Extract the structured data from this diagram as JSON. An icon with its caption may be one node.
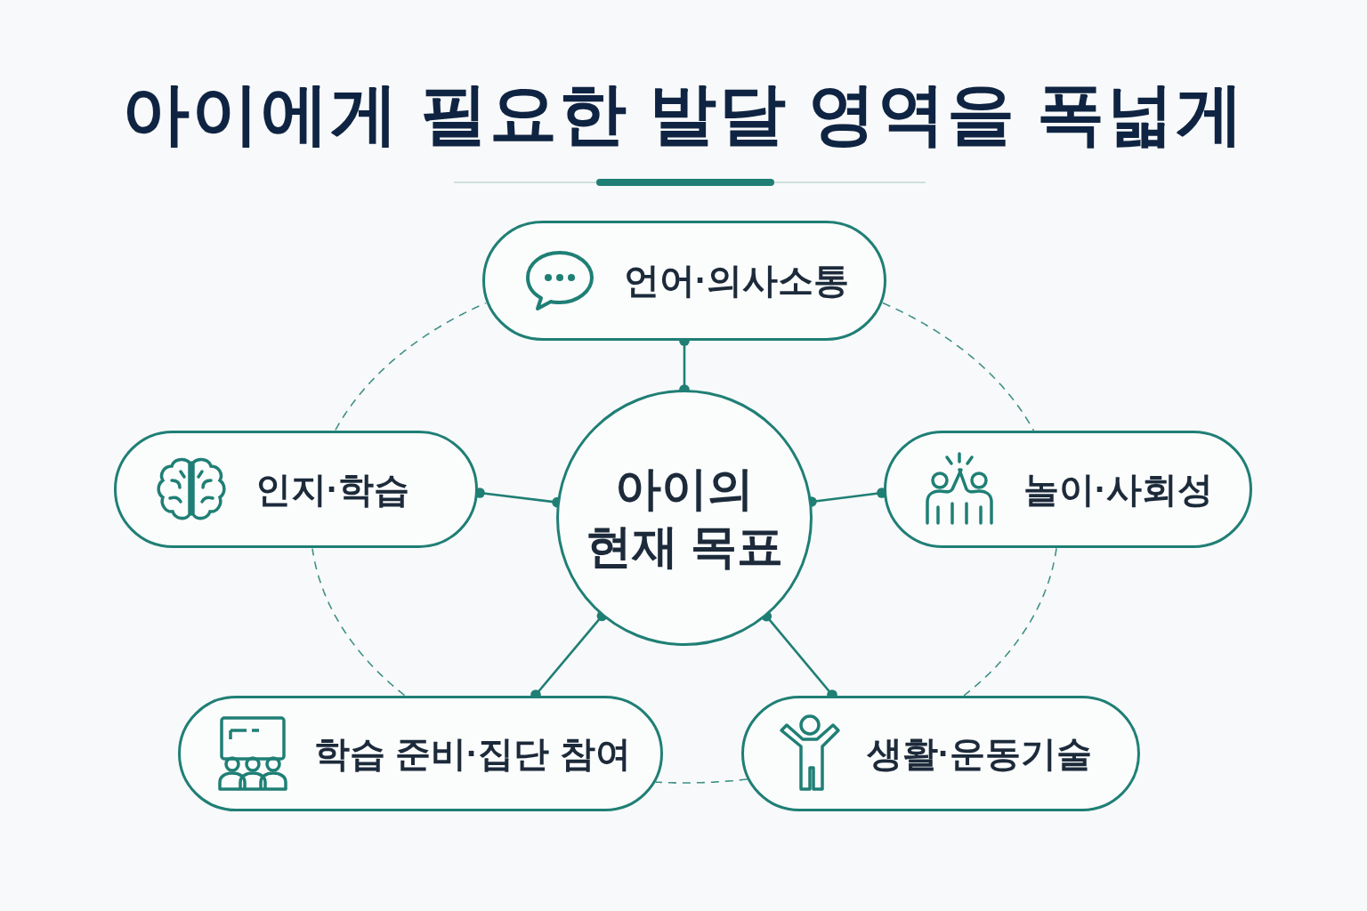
{
  "diagram": {
    "title": "아이에게 필요한 발달 영역을 폭넓게",
    "nodes": [
      {
        "text": [
          "언어·의사소통"
        ]
      },
      {
        "text": [
          "인지·학습"
        ]
      },
      {
        "text": [
          "아이의 현재 목표"
        ]
      },
      {
        "text": [
          "놀이·사회성"
        ]
      },
      {
        "text": [
          "학습 준비·집단 참여"
        ]
      },
      {
        "text": [
          "생활·운동기술"
        ]
      }
    ],
    "edges": [
      {
        "from": 2,
        "to": 0,
        "arrow": "other"
      },
      {
        "from": 2,
        "to": 1,
        "arrow": "other"
      },
      {
        "from": 2,
        "to": 3,
        "arrow": "other"
      },
      {
        "from": 2,
        "to": 4,
        "arrow": "other"
      },
      {
        "from": 2,
        "to": 5,
        "arrow": "other"
      },
      {
        "from": 0,
        "to": 3,
        "arrow": "none",
        "style": "dashed"
      },
      {
        "from": 3,
        "to": 5,
        "arrow": "none",
        "style": "dashed"
      },
      {
        "from": 5,
        "to": 4,
        "arrow": "none",
        "style": "dashed"
      },
      {
        "from": 4,
        "to": 1,
        "arrow": "none",
        "style": "dashed"
      },
      {
        "from": 1,
        "to": 0,
        "arrow": "none",
        "style": "dashed"
      }
    ]
  }
}
